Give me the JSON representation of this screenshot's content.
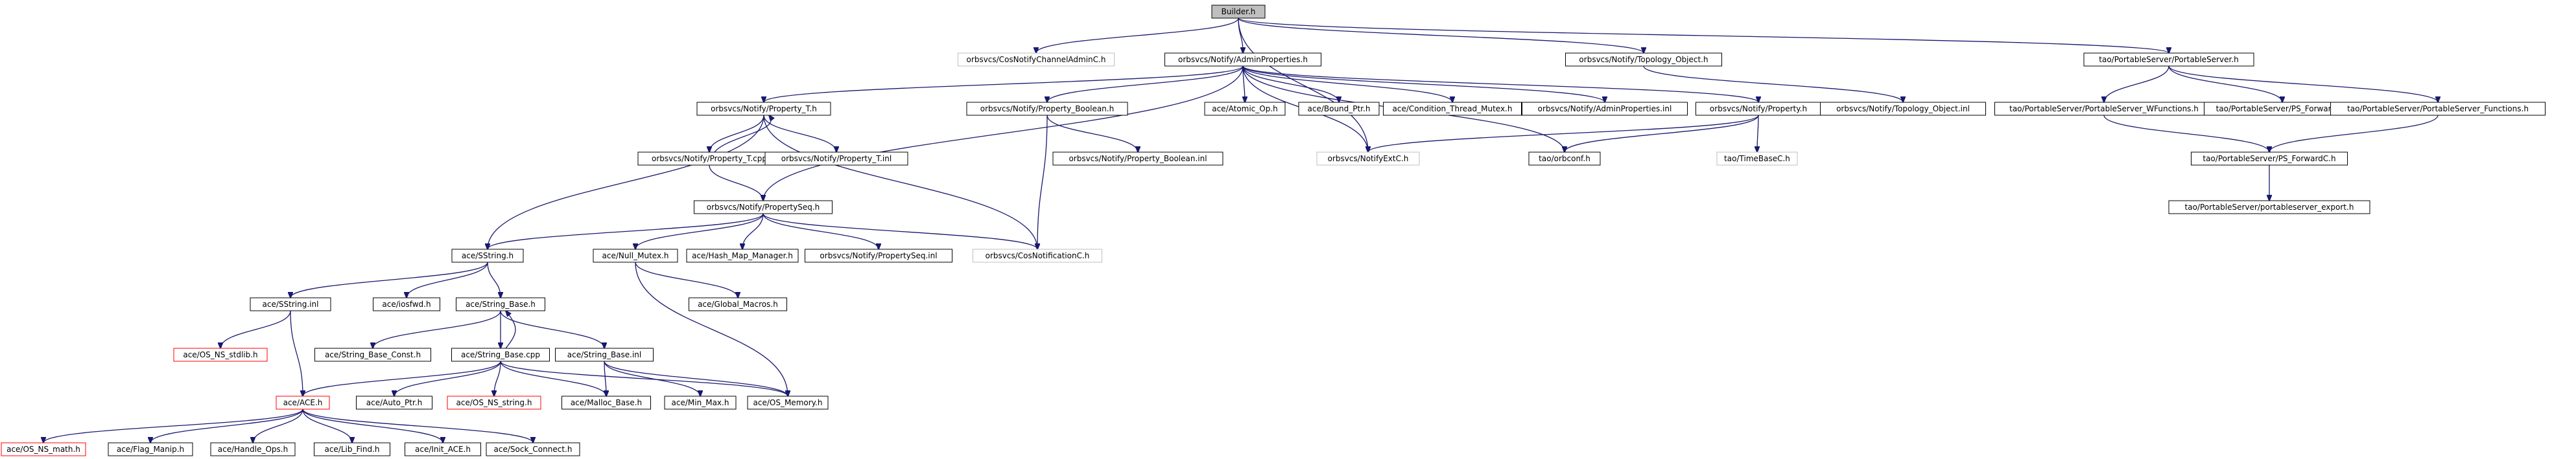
{
  "nodes": [
    {
      "id": "builder",
      "label": "Builder.h",
      "style": "root"
    },
    {
      "id": "cosnotifychanneladmin",
      "label": "orbsvcs/CosNotifyChannelAdminC.h",
      "style": "gray"
    },
    {
      "id": "adminprops",
      "label": "orbsvcs/Notify/AdminProperties.h",
      "style": "normal"
    },
    {
      "id": "topologyobj",
      "label": "orbsvcs/Notify/Topology_Object.h",
      "style": "normal"
    },
    {
      "id": "portableserver",
      "label": "tao/PortableServer/PortableServer.h",
      "style": "normal"
    },
    {
      "id": "property_t_h",
      "label": "orbsvcs/Notify/Property_T.h",
      "style": "normal"
    },
    {
      "id": "property_boolean_h",
      "label": "orbsvcs/Notify/Property_Boolean.h",
      "style": "normal"
    },
    {
      "id": "atomic_op",
      "label": "ace/Atomic_Op.h",
      "style": "normal"
    },
    {
      "id": "bound_ptr",
      "label": "ace/Bound_Ptr.h",
      "style": "normal"
    },
    {
      "id": "cond_thread_mutex",
      "label": "ace/Condition_Thread_Mutex.h",
      "style": "normal"
    },
    {
      "id": "adminprops_inl",
      "label": "orbsvcs/Notify/AdminProperties.inl",
      "style": "normal"
    },
    {
      "id": "property_h",
      "label": "orbsvcs/Notify/Property.h",
      "style": "normal"
    },
    {
      "id": "topologyobj_inl",
      "label": "orbsvcs/Notify/Topology_Object.inl",
      "style": "normal"
    },
    {
      "id": "ps_wfunctions",
      "label": "tao/PortableServer/PortableServer_WFunctions.h",
      "style": "normal"
    },
    {
      "id": "ps_forwarda",
      "label": "tao/PortableServer/PS_ForwardA.h",
      "style": "normal"
    },
    {
      "id": "ps_functions",
      "label": "tao/PortableServer/PortableServer_Functions.h",
      "style": "normal"
    },
    {
      "id": "property_t_cpp",
      "label": "orbsvcs/Notify/Property_T.cpp",
      "style": "normal"
    },
    {
      "id": "property_t_inl",
      "label": "orbsvcs/Notify/Property_T.inl",
      "style": "normal"
    },
    {
      "id": "property_boolean_inl",
      "label": "orbsvcs/Notify/Property_Boolean.inl",
      "style": "normal"
    },
    {
      "id": "notifyextc",
      "label": "orbsvcs/NotifyExtC.h",
      "style": "gray"
    },
    {
      "id": "orbconf",
      "label": "tao/orbconf.h",
      "style": "normal"
    },
    {
      "id": "timebasec",
      "label": "tao/TimeBaseC.h",
      "style": "gray"
    },
    {
      "id": "ps_forwardc",
      "label": "tao/PortableServer/PS_ForwardC.h",
      "style": "normal"
    },
    {
      "id": "propertyseq_h",
      "label": "orbsvcs/Notify/PropertySeq.h",
      "style": "normal"
    },
    {
      "id": "ps_export",
      "label": "tao/PortableServer/portableserver_export.h",
      "style": "normal"
    },
    {
      "id": "sstring_h",
      "label": "ace/SString.h",
      "style": "normal"
    },
    {
      "id": "null_mutex",
      "label": "ace/Null_Mutex.h",
      "style": "normal"
    },
    {
      "id": "hash_map_manager",
      "label": "ace/Hash_Map_Manager.h",
      "style": "normal"
    },
    {
      "id": "propertyseq_inl",
      "label": "orbsvcs/Notify/PropertySeq.inl",
      "style": "normal"
    },
    {
      "id": "cosnotificationc",
      "label": "orbsvcs/CosNotificationC.h",
      "style": "gray"
    },
    {
      "id": "sstring_inl",
      "label": "ace/SString.inl",
      "style": "normal"
    },
    {
      "id": "iosfwd",
      "label": "ace/iosfwd.h",
      "style": "normal"
    },
    {
      "id": "string_base_h",
      "label": "ace/String_Base.h",
      "style": "normal"
    },
    {
      "id": "global_macros",
      "label": "ace/Global_Macros.h",
      "style": "normal"
    },
    {
      "id": "os_ns_stdlib",
      "label": "ace/OS_NS_stdlib.h",
      "style": "red"
    },
    {
      "id": "string_base_const",
      "label": "ace/String_Base_Const.h",
      "style": "normal"
    },
    {
      "id": "string_base_cpp",
      "label": "ace/String_Base.cpp",
      "style": "normal"
    },
    {
      "id": "string_base_inl",
      "label": "ace/String_Base.inl",
      "style": "normal"
    },
    {
      "id": "ace_h",
      "label": "ace/ACE.h",
      "style": "red"
    },
    {
      "id": "auto_ptr",
      "label": "ace/Auto_Ptr.h",
      "style": "normal"
    },
    {
      "id": "os_ns_string",
      "label": "ace/OS_NS_string.h",
      "style": "red"
    },
    {
      "id": "malloc_base",
      "label": "ace/Malloc_Base.h",
      "style": "normal"
    },
    {
      "id": "min_max",
      "label": "ace/Min_Max.h",
      "style": "normal"
    },
    {
      "id": "os_memory",
      "label": "ace/OS_Memory.h",
      "style": "normal"
    },
    {
      "id": "os_ns_math",
      "label": "ace/OS_NS_math.h",
      "style": "red"
    },
    {
      "id": "flag_manip",
      "label": "ace/Flag_Manip.h",
      "style": "normal"
    },
    {
      "id": "handle_ops",
      "label": "ace/Handle_Ops.h",
      "style": "normal"
    },
    {
      "id": "lib_find",
      "label": "ace/Lib_Find.h",
      "style": "normal"
    },
    {
      "id": "init_ace",
      "label": "ace/Init_ACE.h",
      "style": "normal"
    },
    {
      "id": "sock_connect",
      "label": "ace/Sock_Connect.h",
      "style": "normal"
    }
  ],
  "edges": [
    [
      "builder",
      "cosnotifychanneladmin"
    ],
    [
      "builder",
      "adminprops"
    ],
    [
      "builder",
      "topologyobj"
    ],
    [
      "builder",
      "portableserver"
    ],
    [
      "builder",
      "notifyextc"
    ],
    [
      "adminprops",
      "property_t_h"
    ],
    [
      "adminprops",
      "property_boolean_h"
    ],
    [
      "adminprops",
      "atomic_op"
    ],
    [
      "adminprops",
      "bound_ptr"
    ],
    [
      "adminprops",
      "cond_thread_mutex"
    ],
    [
      "adminprops",
      "adminprops_inl"
    ],
    [
      "adminprops",
      "property_h"
    ],
    [
      "adminprops",
      "notifyextc"
    ],
    [
      "adminprops",
      "orbconf"
    ],
    [
      "adminprops",
      "propertyseq_h"
    ],
    [
      "topologyobj",
      "topologyobj_inl"
    ],
    [
      "portableserver",
      "ps_wfunctions"
    ],
    [
      "portableserver",
      "ps_forwarda"
    ],
    [
      "portableserver",
      "ps_functions"
    ],
    [
      "property_t_h",
      "property_t_cpp"
    ],
    [
      "property_t_h",
      "property_t_inl"
    ],
    [
      "property_t_h",
      "sstring_h"
    ],
    [
      "property_t_h",
      "cosnotificationc"
    ],
    [
      "property_t_cpp",
      "property_t_h"
    ],
    [
      "property_t_cpp",
      "propertyseq_h"
    ],
    [
      "property_boolean_h",
      "property_boolean_inl"
    ],
    [
      "property_boolean_h",
      "cosnotificationc"
    ],
    [
      "property_h",
      "notifyextc"
    ],
    [
      "property_h",
      "orbconf"
    ],
    [
      "property_h",
      "timebasec"
    ],
    [
      "ps_wfunctions",
      "ps_forwardc"
    ],
    [
      "ps_functions",
      "ps_forwardc"
    ],
    [
      "ps_forwardc",
      "ps_export"
    ],
    [
      "propertyseq_h",
      "sstring_h"
    ],
    [
      "propertyseq_h",
      "null_mutex"
    ],
    [
      "propertyseq_h",
      "hash_map_manager"
    ],
    [
      "propertyseq_h",
      "propertyseq_inl"
    ],
    [
      "propertyseq_h",
      "cosnotificationc"
    ],
    [
      "sstring_h",
      "sstring_inl"
    ],
    [
      "sstring_h",
      "iosfwd"
    ],
    [
      "sstring_h",
      "string_base_h"
    ],
    [
      "null_mutex",
      "global_macros"
    ],
    [
      "null_mutex",
      "os_memory"
    ],
    [
      "sstring_inl",
      "os_ns_stdlib"
    ],
    [
      "sstring_inl",
      "ace_h"
    ],
    [
      "string_base_h",
      "string_base_const"
    ],
    [
      "string_base_h",
      "string_base_cpp"
    ],
    [
      "string_base_h",
      "string_base_inl"
    ],
    [
      "string_base_cpp",
      "string_base_h"
    ],
    [
      "string_base_cpp",
      "ace_h"
    ],
    [
      "string_base_cpp",
      "auto_ptr"
    ],
    [
      "string_base_cpp",
      "os_ns_string"
    ],
    [
      "string_base_cpp",
      "malloc_base"
    ],
    [
      "string_base_cpp",
      "os_memory"
    ],
    [
      "string_base_inl",
      "malloc_base"
    ],
    [
      "string_base_inl",
      "min_max"
    ],
    [
      "string_base_inl",
      "os_memory"
    ],
    [
      "ace_h",
      "os_ns_math"
    ],
    [
      "ace_h",
      "flag_manip"
    ],
    [
      "ace_h",
      "handle_ops"
    ],
    [
      "ace_h",
      "lib_find"
    ],
    [
      "ace_h",
      "init_ace"
    ],
    [
      "ace_h",
      "sock_connect"
    ]
  ]
}
